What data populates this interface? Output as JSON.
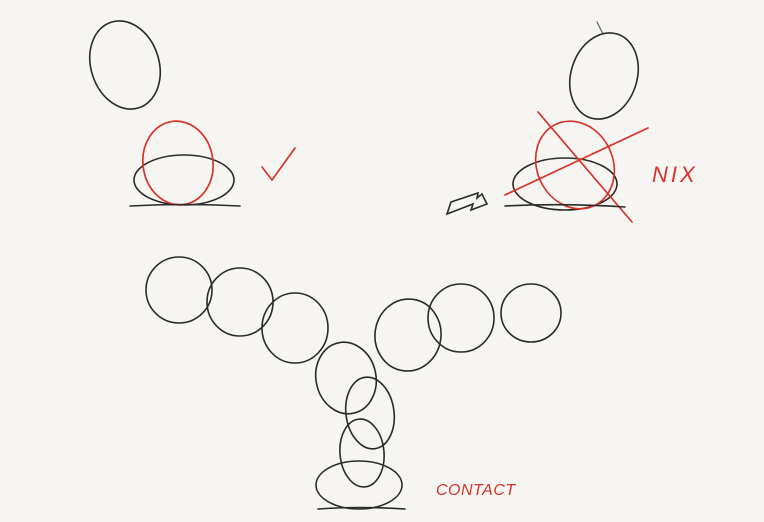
{
  "labels": {
    "nix": "NIX",
    "contact": "CONTACT"
  },
  "icons": {
    "check": "check-mark",
    "arrow": "outline-arrow"
  },
  "colors": {
    "pencil": "#2a2a2a",
    "correction": "#d8322a",
    "paper": "#f6f5f2"
  }
}
